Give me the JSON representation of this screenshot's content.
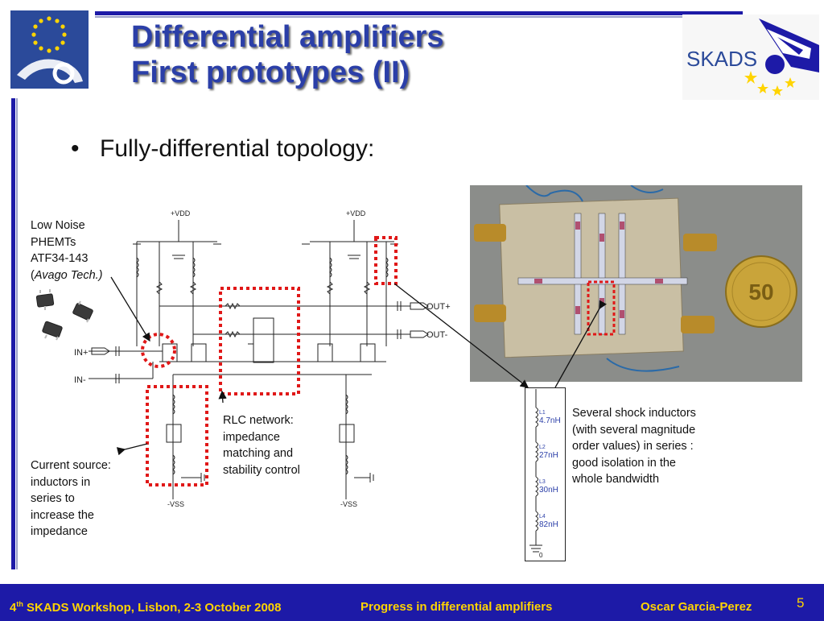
{
  "title": {
    "line1": "Differential amplifiers",
    "line2": "First prototypes (II)"
  },
  "bullet": {
    "symbol": "•",
    "text": "Fully-differential topology:"
  },
  "logos": {
    "eu": "eu-fp6-logo",
    "skads_text": "SKADS"
  },
  "notes": {
    "phemt": {
      "line1": "Low Noise",
      "line2": "PHEMTs",
      "line3": "ATF34-143",
      "line4_prefix": "(",
      "line4_italic": "Avago Tech.)"
    },
    "rlc": [
      "RLC network:",
      "impedance",
      "matching and",
      "stability control"
    ],
    "current": [
      "Current source:",
      "inductors in",
      "series to",
      "increase the",
      "impedance"
    ],
    "shock": [
      "Several shock inductors",
      "(with several magnitude",
      "order values) in series :",
      "good isolation in the",
      "whole bandwidth"
    ]
  },
  "schematic": {
    "vdd": "+VDD",
    "vss": "-VSS",
    "in_plus": "IN+",
    "in_minus": "IN-",
    "out_plus": "OUT+",
    "out_minus": "OUT-"
  },
  "inductors": [
    {
      "label": "L1",
      "value": "4.7nH"
    },
    {
      "label": "L2",
      "value": "27nH"
    },
    {
      "label": "L3",
      "value": "30nH"
    },
    {
      "label": "L4",
      "value": "82nH"
    }
  ],
  "ground_label": "0",
  "coin_value": "50",
  "colors": {
    "title": "#2b3fa8",
    "footer_bg": "#1d1aa7",
    "footer_text": "#ffd400",
    "highlight": "#e01818"
  },
  "footer": {
    "left_prefix": "4",
    "left_sup": "th",
    "left_rest": " SKADS Workshop, Lisbon, 2-3 October 2008",
    "center": "Progress in differential amplifiers",
    "right": "Oscar Garcia-Perez",
    "page": "5"
  }
}
